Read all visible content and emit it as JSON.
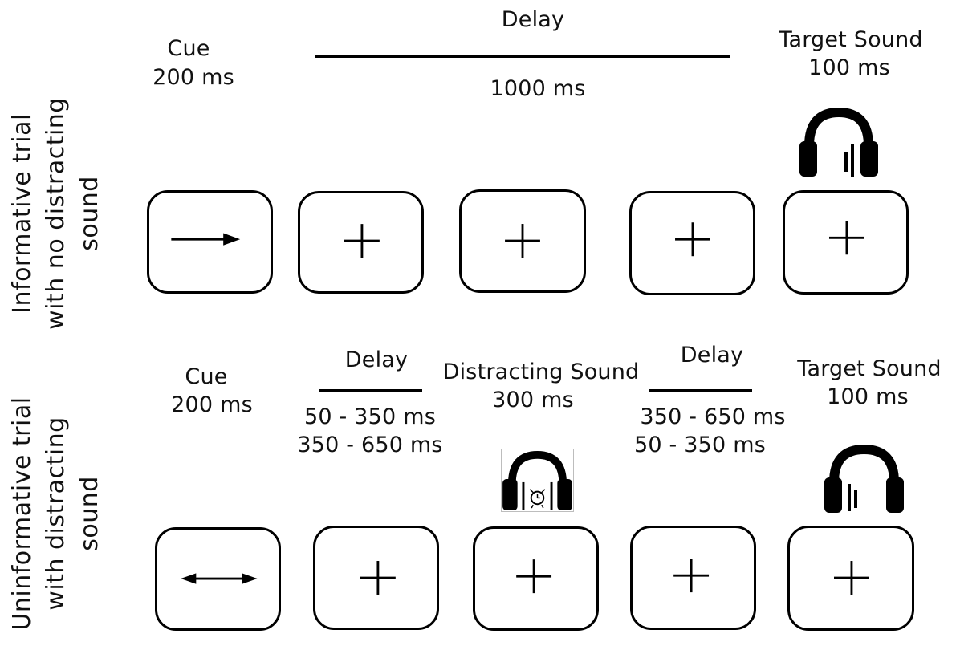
{
  "rows": [
    {
      "id": "informative",
      "label_lines": [
        "Informative trial",
        "with no distracting",
        "sound"
      ],
      "headers": {
        "cue_title": "Cue",
        "cue_time": "200 ms",
        "delay_title": "Delay",
        "delay_time": "1000 ms",
        "target_title": "Target Sound",
        "target_time": "100 ms"
      },
      "screens": [
        {
          "content": "right-arrow"
        },
        {
          "content": "fixation-cross"
        },
        {
          "content": "fixation-cross"
        },
        {
          "content": "fixation-cross"
        },
        {
          "content": "fixation-cross"
        }
      ],
      "icons": [
        "headphones-target-icon"
      ]
    },
    {
      "id": "uninformative",
      "label_lines": [
        "Uninformative trial",
        "with distracting",
        "sound"
      ],
      "headers": {
        "cue_title": "Cue",
        "cue_time": "200 ms",
        "delay1_title": "Delay",
        "delay1_time_a": "50 - 350 ms",
        "delay1_time_b": "350 - 650 ms",
        "distract_title": "Distracting Sound",
        "distract_time": "300 ms",
        "delay2_title": "Delay",
        "delay2_time_a": "350 - 650 ms",
        "delay2_time_b": "50 - 350 ms",
        "target_title": "Target Sound",
        "target_time": "100 ms"
      },
      "screens": [
        {
          "content": "double-arrow"
        },
        {
          "content": "fixation-cross"
        },
        {
          "content": "fixation-cross"
        },
        {
          "content": "fixation-cross"
        },
        {
          "content": "fixation-cross"
        }
      ],
      "icons": [
        "headphones-alarm-icon",
        "headphones-target-icon"
      ]
    }
  ],
  "colors": {
    "ink": "#000000",
    "background": "#ffffff"
  }
}
